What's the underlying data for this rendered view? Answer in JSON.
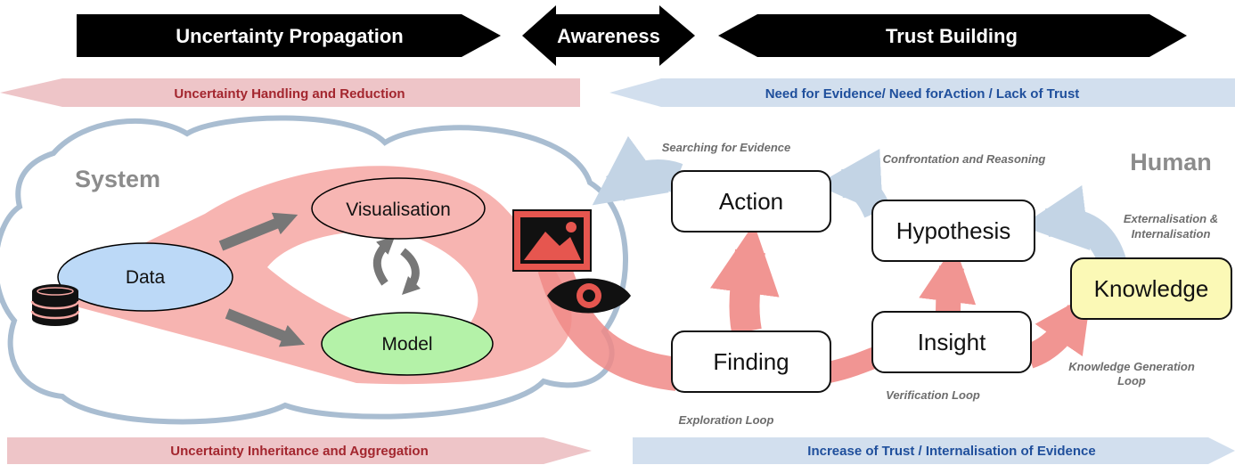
{
  "banners": {
    "uncertainty_propagation": "Uncertainty Propagation",
    "awareness": "Awareness",
    "trust_building": "Trust Building"
  },
  "band_labels": {
    "handling_reduction": "Uncertainty Handling and Reduction",
    "need_for_evidence": "Need for Evidence/ Need forAction / Lack of Trust",
    "inheritance_aggregation": "Uncertainty Inheritance and Aggregation",
    "increase_of_trust": "Increase of Trust / Internalisation of Evidence"
  },
  "regions": {
    "system": "System",
    "human": "Human"
  },
  "system_nodes": {
    "data": "Data",
    "visualisation": "Visualisation",
    "model": "Model"
  },
  "human_boxes": {
    "action": "Action",
    "hypothesis": "Hypothesis",
    "knowledge": "Knowledge",
    "finding": "Finding",
    "insight": "Insight"
  },
  "loop_labels": {
    "searching_for_evidence": "Searching for Evidence",
    "confrontation_and_reasoning": "Confrontation and Reasoning",
    "externalisation_line1": "Externalisation &",
    "externalisation_line2": "Internalisation",
    "knowledge_generation_line1": "Knowledge Generation",
    "knowledge_generation_line2": "Loop",
    "verification_loop": "Verification Loop",
    "exploration_loop": "Exploration Loop"
  },
  "icons": [
    "database-icon",
    "image-icon",
    "eye-icon"
  ],
  "colors": {
    "banner": "#000000",
    "red_band": "#eec5c8",
    "blue_band": "#d2dfee",
    "flow_red": "#f4928f",
    "flow_blue": "#c3d4e5",
    "data_node": "#bcd9f7",
    "visualisation_node": "#f7b6b3",
    "model_node": "#b4f2a8",
    "knowledge_box": "#fbf9b6"
  }
}
